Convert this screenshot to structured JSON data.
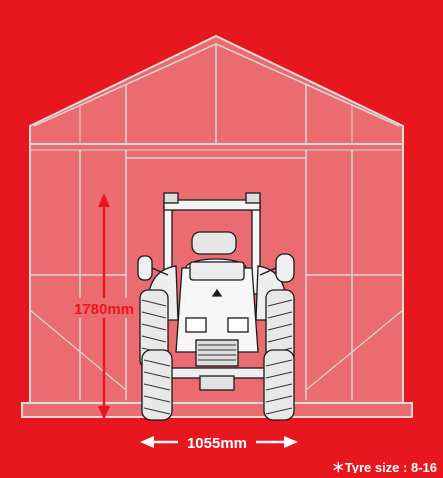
{
  "colors": {
    "background": "#e8171f",
    "barn_line": "#cfcfcf",
    "barn_fill": "#f0a3a7",
    "tractor_fill": "#ffffff",
    "tractor_line": "#1a1a1a",
    "dimension_label": "#e8171f",
    "dimension_arrow": "#e8171f"
  },
  "dimensions": {
    "height_label": "1780mm",
    "width_label": "1055mm"
  },
  "footnote": "＊Tyre size : 8-16",
  "icons": [
    "barn-outline",
    "tractor-front-view",
    "up-arrow",
    "down-arrow",
    "left-arrow",
    "right-arrow"
  ]
}
